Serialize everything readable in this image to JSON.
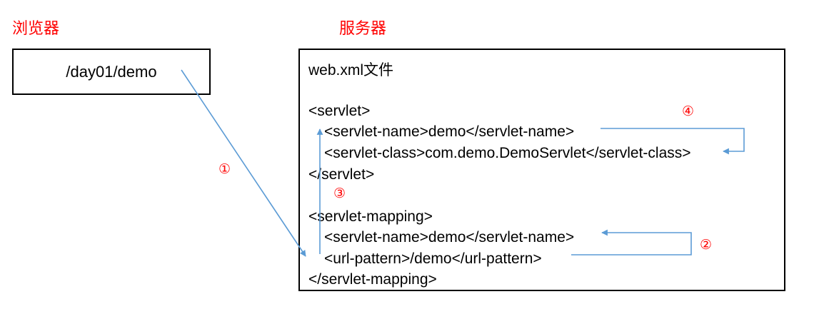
{
  "diagram": {
    "title_browser": "浏览器",
    "title_server": "服务器",
    "browser": {
      "url_value": "/day01/demo"
    },
    "server": {
      "file_label": "web.xml文件",
      "code_lines": [
        {
          "text": "<servlet>",
          "indent": 0
        },
        {
          "text": "<servlet-name>demo</servlet-name>",
          "indent": 1
        },
        {
          "text": "<servlet-class>com.demo.DemoServlet</servlet-class>",
          "indent": 1
        },
        {
          "text": "</servlet>",
          "indent": 0
        },
        {
          "text": "<servlet-mapping>",
          "indent": 0
        },
        {
          "text": "<servlet-name>demo</servlet-name>",
          "indent": 1
        },
        {
          "text": "<url-pattern>/demo</url-pattern>",
          "indent": 1
        },
        {
          "text": "</servlet-mapping>",
          "indent": 0
        }
      ]
    },
    "step_markers": [
      {
        "label": "①",
        "name": "step-marker-1"
      },
      {
        "label": "②",
        "name": "step-marker-2"
      },
      {
        "label": "③",
        "name": "step-marker-3"
      },
      {
        "label": "④",
        "name": "step-marker-4"
      }
    ],
    "colors": {
      "accent_red": "#ff0000",
      "arrow_blue": "#5b9bd5",
      "border_black": "#000000",
      "text_black": "#000000",
      "background": "#ffffff"
    }
  }
}
